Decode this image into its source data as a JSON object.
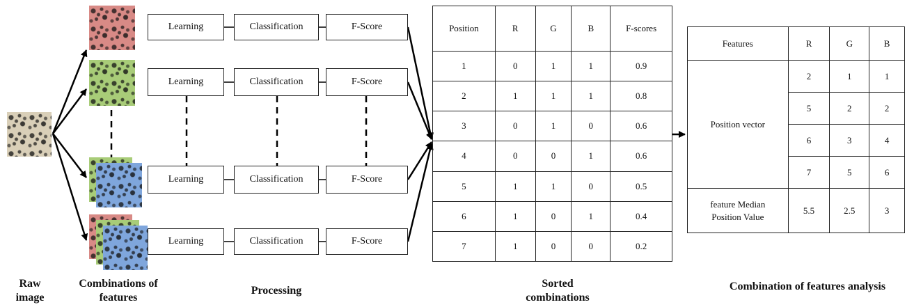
{
  "labels": {
    "raw_image": "Raw image",
    "combinations_of_features": "Combinations of features",
    "processing": "Processing",
    "sorted_combinations": "Sorted combinations",
    "combination_analysis": "Combination of features analysis"
  },
  "pipeline": {
    "rows": [
      {
        "learning": "Learning",
        "classification": "Classification",
        "fscore": "F-Score"
      },
      {
        "learning": "Learning",
        "classification": "Classification",
        "fscore": "F-Score"
      },
      {
        "learning": "Learning",
        "classification": "Classification",
        "fscore": "F-Score"
      },
      {
        "learning": "Learning",
        "classification": "Classification",
        "fscore": "F-Score"
      }
    ]
  },
  "sorted_table": {
    "headers": [
      "Position",
      "R",
      "G",
      "B",
      "F-scores"
    ],
    "rows": [
      [
        "1",
        "0",
        "1",
        "1",
        "0.9"
      ],
      [
        "2",
        "1",
        "1",
        "1",
        "0.8"
      ],
      [
        "3",
        "0",
        "1",
        "0",
        "0.6"
      ],
      [
        "4",
        "0",
        "0",
        "1",
        "0.6"
      ],
      [
        "5",
        "1",
        "1",
        "0",
        "0.5"
      ],
      [
        "6",
        "1",
        "0",
        "1",
        "0.4"
      ],
      [
        "7",
        "1",
        "0",
        "0",
        "0.2"
      ]
    ]
  },
  "analysis_table": {
    "headers": [
      "Features",
      "R",
      "G",
      "B"
    ],
    "position_vector_label": "Position vector",
    "position_vectors": [
      [
        "2",
        "1",
        "1"
      ],
      [
        "5",
        "2",
        "2"
      ],
      [
        "6",
        "3",
        "4"
      ],
      [
        "7",
        "5",
        "6"
      ]
    ],
    "median_label": "feature Median Position Value",
    "median_values": [
      "5.5",
      "2.5",
      "3"
    ]
  }
}
